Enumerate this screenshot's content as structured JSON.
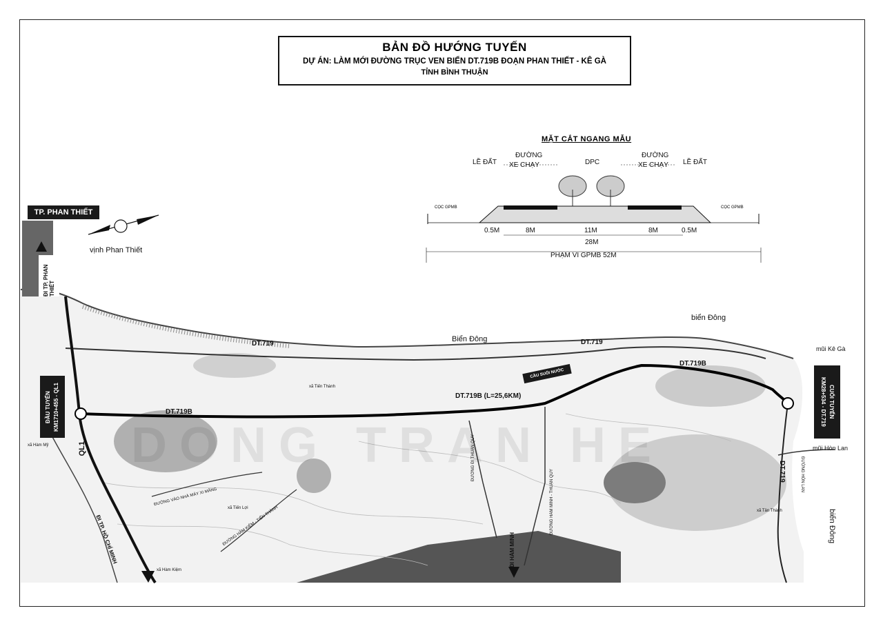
{
  "title": {
    "line1": "BẢN ĐỒ HƯỚNG TUYẾN",
    "line2": "DỰ ÁN: LÀM MỚI ĐƯỜNG TRỤC VEN BIỂN DT.719B ĐOẠN PHAN THIẾT - KÊ GÀ",
    "line3": "TỈNH BÌNH THUẬN"
  },
  "cross_section": {
    "title": "MẶT CẮT NGANG MẪU",
    "le_dat_left": "LỀ ĐẤT",
    "duong_left_1": "ĐƯỜNG",
    "duong_left_2": "XE CHẠY",
    "dpc": "DPC",
    "duong_right_1": "ĐƯỜNG",
    "duong_right_2": "XE CHẠY",
    "le_dat_right": "LỀ ĐẤT",
    "coc_left": "CỌC GPMB",
    "coc_right": "CỌC GPMB",
    "dim_05_left": "0.5M",
    "dim_8_left": "8M",
    "dim_11": "11M",
    "dim_8_right": "8M",
    "dim_05_right": "0.5M",
    "dim_total": "28M",
    "gpmb": "PHẠM VI GPMB 52M"
  },
  "map": {
    "city": "TP. PHAN THIẾT",
    "bay": "vịnh Phan Thiết",
    "sea_1": "Biển Đông",
    "sea_2": "biển Đông",
    "sea_3": "biển Đông",
    "cape_ke_ga": "mũi Kê Gà",
    "cape_hon_lan": "mũi Hòn Lan",
    "road_dt719_a": "DT.719",
    "road_dt719_b": "DT.719",
    "road_dt719b_a": "DT.719B",
    "road_dt719b_main": "DT.719B (L=25,6KM)",
    "road_dt719b_b": "DT.719B",
    "road_dt719_c": "DT.719",
    "road_ql1": "QL1",
    "to_phan_thiet": "ĐI TP. PHAN THIẾT",
    "to_hcm": "ĐI TP. HỒ CHÍ MINH",
    "to_ham_minh": "ĐI HÀM MINH",
    "start_label_1": "ĐẦU TUYẾN",
    "start_label_2": "KM1710+455 - QL1",
    "end_label_1": "CUỐI TUYẾN",
    "end_label_2": "KM28+534 - DT.719",
    "bridge": "CẦU SUỐI NƯỚC",
    "village_tien_thanh": "xã Tiến Thành",
    "village_tan_thanh": "xã Tân Thành",
    "village_ham_kiem": "xã Hàm Kiệm",
    "village_ham_my": "xã Hàm Mỹ",
    "village_tien_loi": "xã Tiến Lợi",
    "road_hon_lan": "ĐƯỜNG HÒN LAN",
    "road_factory": "ĐƯỜNG VÀO NHÀ MÁY XI MĂNG",
    "road_ham_kiem": "ĐƯỜNG HÀM KIỆM - TIẾN THÀNH",
    "road_ham_minh": "ĐƯỜNG HÀM MINH - THUẬN QUÝ",
    "road_thuan_quy": "ĐƯỜNG ĐI THUẬN QUÝ",
    "watermark": "DONG TRAN HE"
  },
  "colors": {
    "ink": "#111111",
    "terrain": "#9a9a9a",
    "route": "#000000"
  }
}
